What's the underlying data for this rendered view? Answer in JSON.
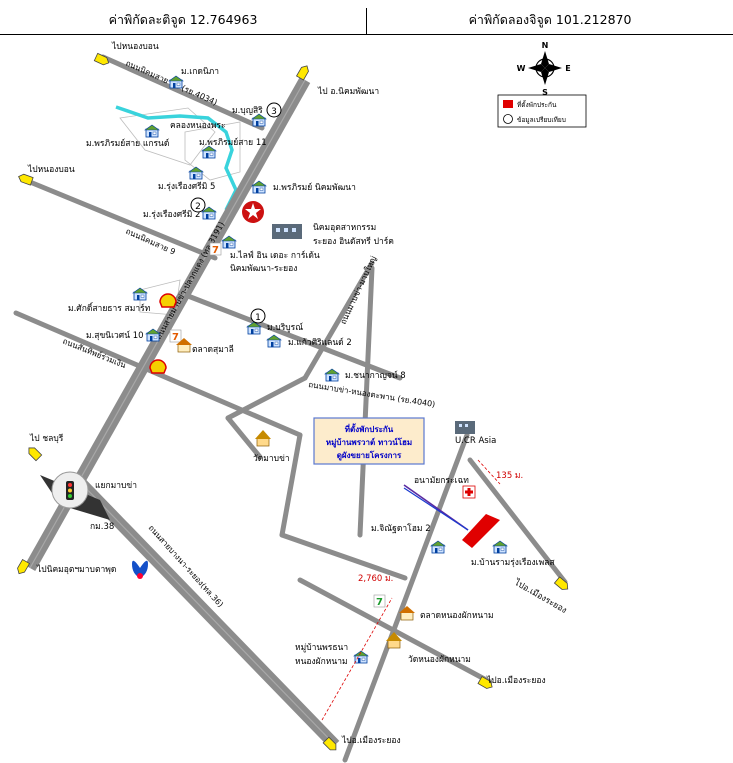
{
  "header": {
    "latitude_label": "ค่าพิกัดละติจูด 12.764963",
    "longitude_label": "ค่าพิกัดลองจิจูด 101.212870"
  },
  "compass": {
    "n": "N",
    "s": "S",
    "e": "E",
    "w": "W"
  },
  "legend": {
    "project_label": "ที่ตั้งพักประกัน",
    "compare_label": "ข้อมูลเปรียบเทียบ",
    "project_color": "#e00000"
  },
  "callout": {
    "line1": "ที่ตั้งพักประกัน",
    "line2": "หมู่บ้านพรวาต์ ทาวน์โฮม",
    "line3": "ดูผังขยายโครงการ"
  },
  "direction_signs": {
    "to_nong_bon_top": "ไปหนองบอน",
    "to_nikhom_phatthana": "ไป อ.นิคมพัฒนา",
    "to_nong_bon_mid": "ไปหนองบอน",
    "to_chonburi": "ไป ชลบุรี",
    "to_nikhom_map_ta_phut": "ไปนิคมอุตฯมาบตาพุด",
    "to_mueang_rayong_1": "ไปอ.เมืองระยอง",
    "to_mueang_rayong_2": "ไปอ.เมืองระยอง",
    "to_mueang_rayong_3": "ไปอ.เมืองระยอง"
  },
  "roads": {
    "nikhom_soi_11": "ถนนนิคมสาย 11 (รย.4034)",
    "nikhom_soi_9": "ถนนนิคมสาย 9",
    "sukhumvit_plak": "ถนนสายมาบข่า-ปลวกแดง (ทล.3191)",
    "san_tong": "ถนนสันทิพย์ร่วมเงิน",
    "map_kha_nong_phut": "ถนนมาบข่า-หนองตะพาน (รย.4040)",
    "map_kha_map_yai": "ถนนมาบข่า-มาบใหญ่",
    "sukhumvit": "ถนนสายบางนา-ระยอง(ทล.36)"
  },
  "places": {
    "m_kesanipha": "ม.เกดนิภา",
    "khlong_nong_pra": "คลองหนองพระ",
    "m_phonphirom_saen": "ม.พรภิรมย์สาย แกรนด์",
    "m_bunsiri": "ม.บุญสิริ",
    "m_phonphirom_11": "ม.พรภิรมย์สาย 11",
    "m_rungrueangsri_5": "ม.รุ่งเรืองศรีมิ 5",
    "m_phonphirom_nikhom": "ม.พรภิรมย์ นิคมพัฒนา",
    "m_rungrueangsri_2": "ม.รุ่งเรืองศรีมิ 2",
    "industrial_estate_1": "นิคมอุตสาหกรรม",
    "industrial_estate_2": "ระยอง อินดัสทรี ปาร์ค",
    "m_life_in_garden_1": "ม.ไลฟ์ อิน เดอะ การ์เด้น",
    "m_life_in_garden_2": "นิคมพัฒนา-ระยอง",
    "m_sakdisuwan": "ม.ศักดิ์สายธาร สมาร์ท",
    "m_boriboon": "ม.บริบูรณ์",
    "m_kaewsiri": "ม.แก้วศิริแลนด์ 2",
    "m_sukhumvit_10": "ม.สุขนิเวศน์ 10",
    "talat_sumali": "ตลาดสุมาลี",
    "m_chanakanchana": "ม.ชนากาญจน์ 8",
    "ucr_asia": "U.CR Asia",
    "wat_map_kha": "วัดมาบข่า",
    "health_center": "อนามัยกระเฉท",
    "map_kha_junction": "แยกมาบข่า",
    "km_38": "กม.38",
    "m_chinrat": "ม.จิณัฐดาโฮม 2",
    "m_banram": "ม.บ้านรามรุ่งเรืองเพลส",
    "talat_nong_phak": "ตลาดหนองผักหนาม",
    "m_phonthana_1": "หมู่บ้านพรธนา",
    "m_phonthana_2": "หนองผักหนาม",
    "wat_nong_phak": "วัดหนองผักหนาม"
  },
  "distances": {
    "d_135": "135 ม.",
    "d_2760": "2,760 ม."
  },
  "markers": {
    "m1": "1",
    "m2": "2",
    "m3": "3"
  }
}
